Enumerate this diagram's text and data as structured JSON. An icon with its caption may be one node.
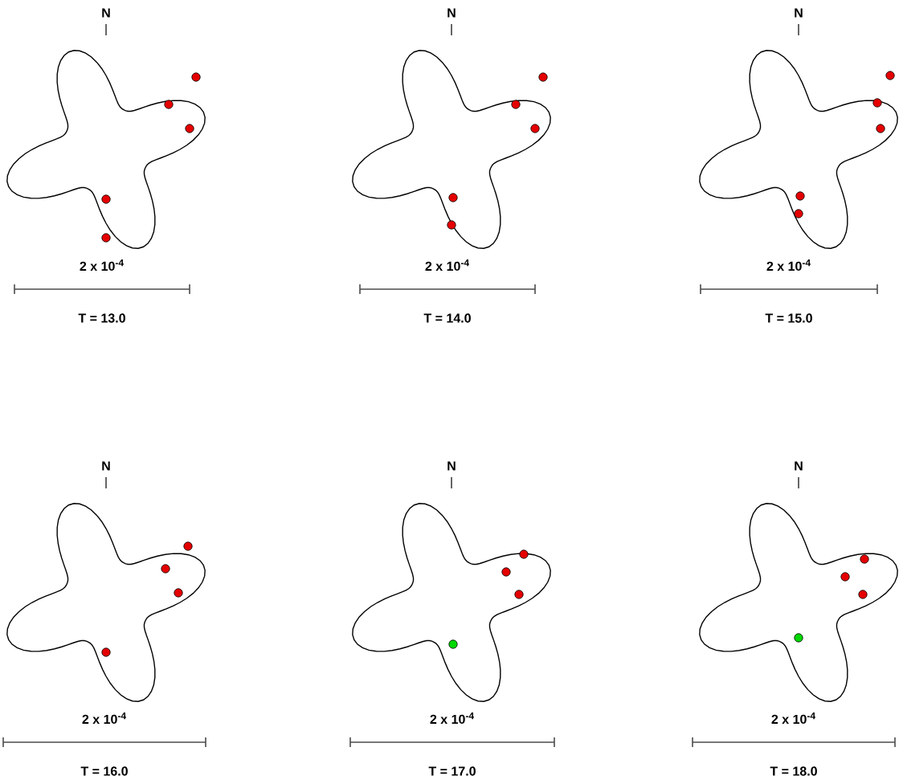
{
  "diagram": {
    "labels": [
      "N",
      "2 x 10$^{-4}$",
      "T = 13.0",
      "N",
      "2 x 10$^{-4}$",
      "T = 14.0",
      "N",
      "2 x 10$^{-4}$",
      "T = 15.0",
      "N",
      "2 x 10$^{-4}$",
      "T = 16.0",
      "N",
      "2 x 10$^{-4}$",
      "T = 17.0",
      "N",
      "2 x 10$^{-4}$",
      "T = 18.0"
    ]
  }
}
